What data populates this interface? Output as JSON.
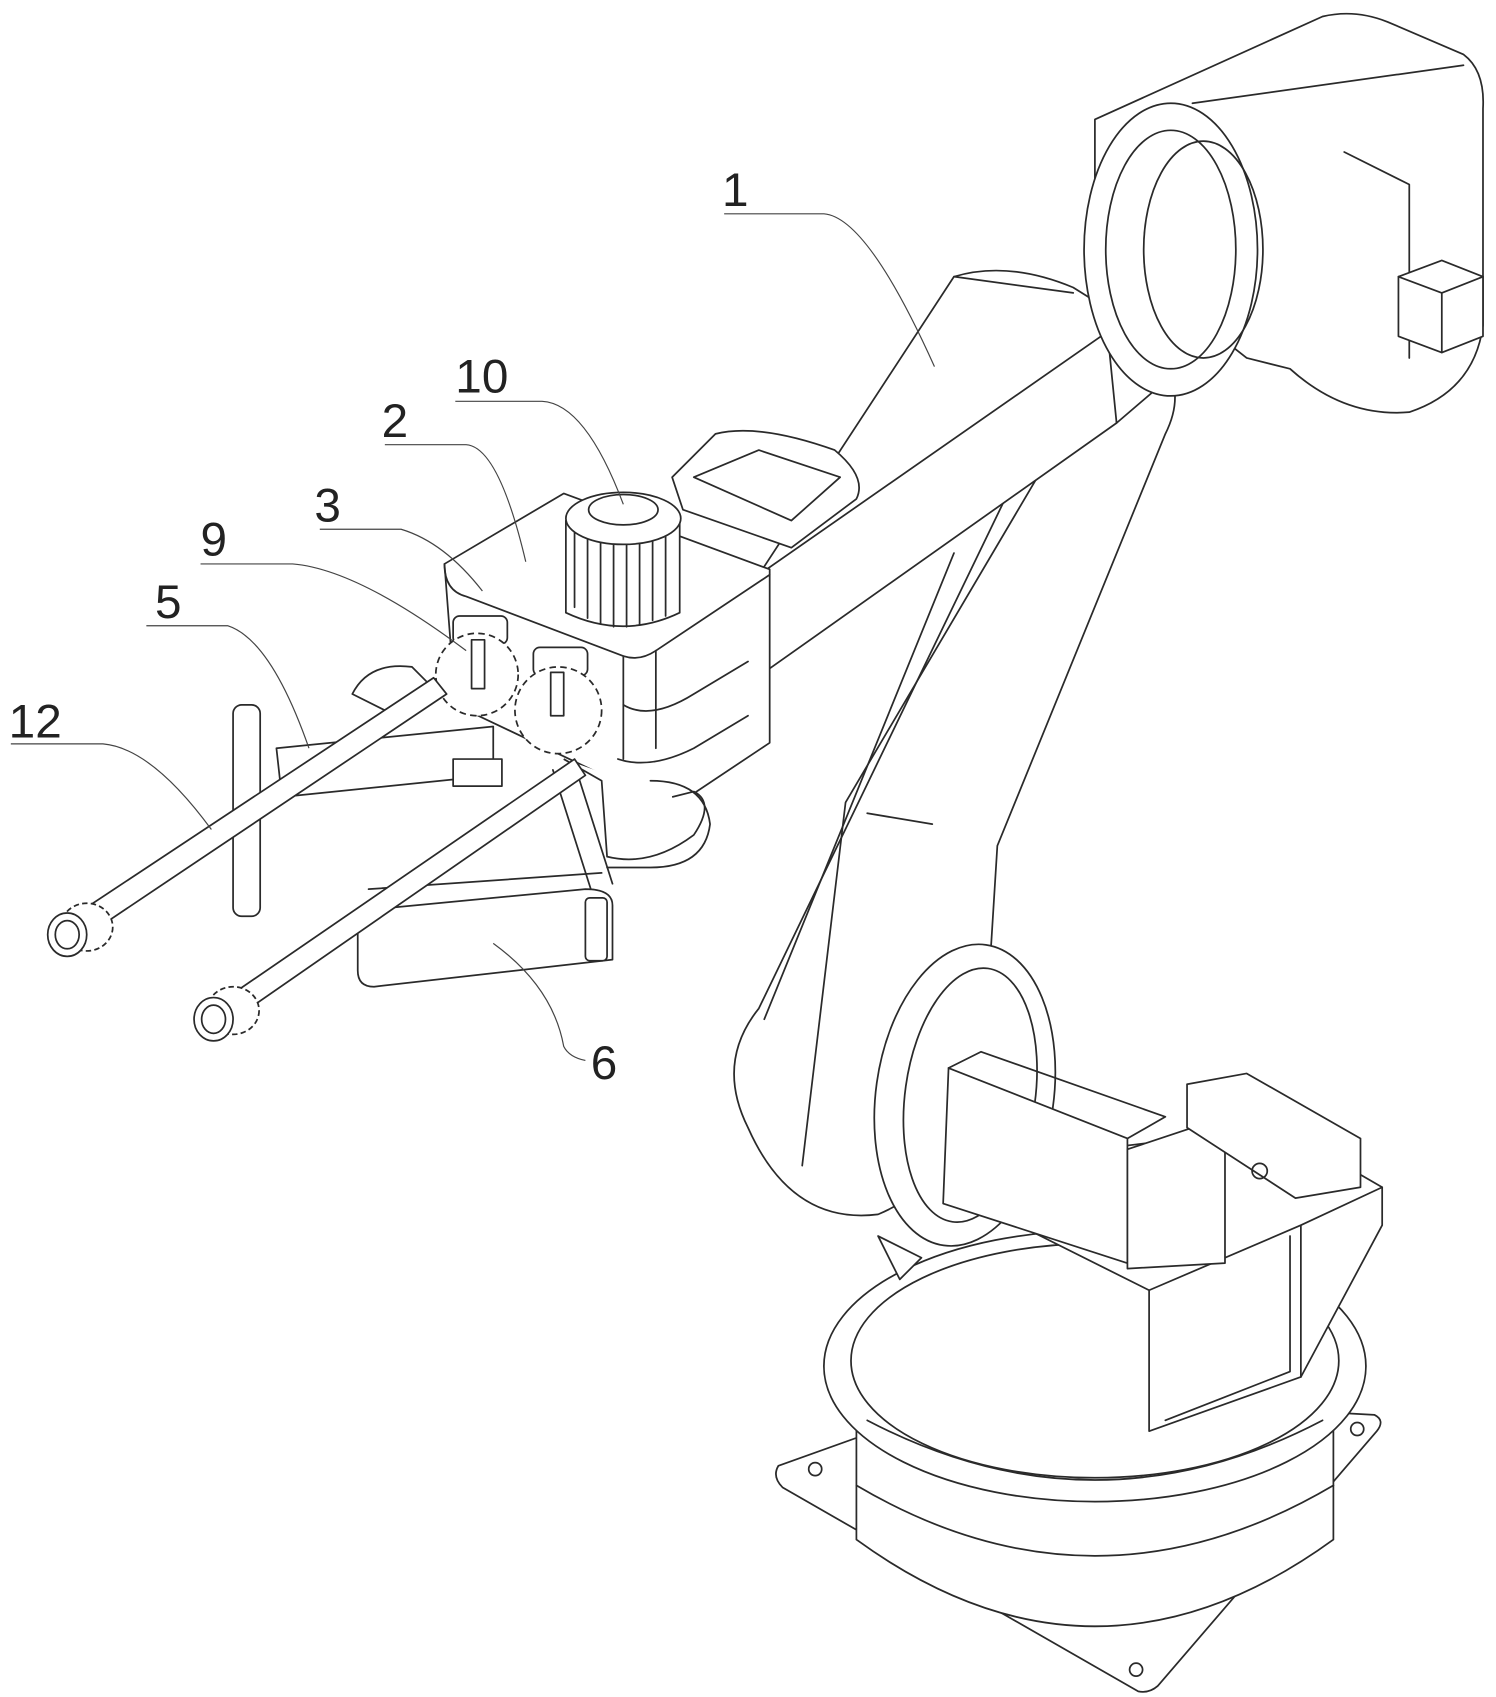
{
  "figure": {
    "labels": [
      {
        "id": "1",
        "text": "1"
      },
      {
        "id": "10",
        "text": "10"
      },
      {
        "id": "2",
        "text": "2"
      },
      {
        "id": "3",
        "text": "3"
      },
      {
        "id": "9",
        "text": "9"
      },
      {
        "id": "5",
        "text": "5"
      },
      {
        "id": "12",
        "text": "12"
      },
      {
        "id": "6",
        "text": "6"
      }
    ]
  }
}
